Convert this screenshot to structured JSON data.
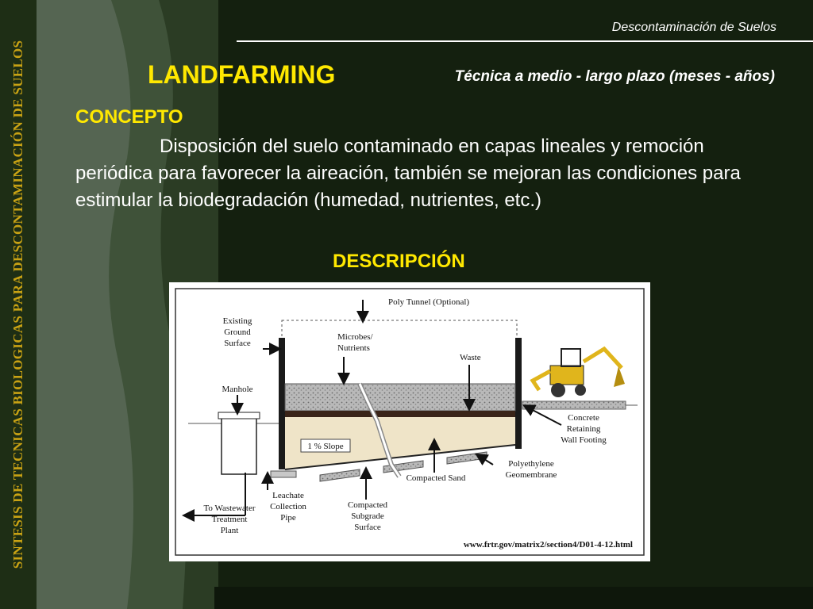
{
  "sidebar": {
    "text": "SINTESIS DE TECNICAS BIOLOGICAS PARA DESCONTAMINACIÓN DE SUELOS"
  },
  "header": {
    "title": "Descontaminación de Suelos"
  },
  "main": {
    "title": "LANDFARMING",
    "subtitle": "Técnica a medio - largo plazo (meses - años)",
    "concept_heading": "CONCEPTO",
    "concept_text": "Disposición del suelo contaminado en capas lineales y remoción periódica para favorecer la aireación, también se mejoran las condiciones para estimular la biodegradación (humedad, nutrientes, etc.)",
    "description_heading": "DESCRIPCIÓN"
  },
  "diagram": {
    "poly_tunnel": "Poly Tunnel (Optional)",
    "existing_ground_1": "Existing",
    "existing_ground_2": "Ground",
    "existing_ground_3": "Surface",
    "microbes_1": "Microbes/",
    "microbes_2": "Nutrients",
    "waste": "Waste",
    "manhole": "Manhole",
    "concrete_1": "Concrete",
    "concrete_2": "Retaining",
    "concrete_3": "Wall Footing",
    "slope": "1 % Slope",
    "poly_1": "Polyethylene",
    "poly_2": "Geomembrane",
    "compacted_sand": "Compacted Sand",
    "leachate_1": "Leachate",
    "leachate_2": "Collection",
    "leachate_3": "Pipe",
    "to_ww_1": "To Wastewater",
    "to_ww_2": "Treatment",
    "to_ww_3": "Plant",
    "subgrade_1": "Compacted",
    "subgrade_2": "Subgrade",
    "subgrade_3": "Surface",
    "url": "www.frtr.gov/matrix2/section4/D01-4-12.html"
  }
}
